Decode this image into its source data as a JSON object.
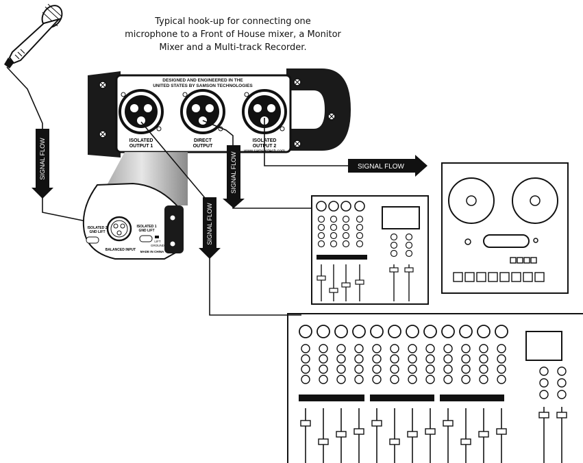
{
  "caption": {
    "line1": "Typical hook-up for connecting one",
    "line2": "microphone to a Front of House mixer, a Monitor",
    "line3": "Mixer and a Multi-track Recorder."
  },
  "device": {
    "header_line1": "DESIGNED AND ENGINEERED IN THE",
    "header_line2": "UNITED STATES BY SAMSON TECHNOLOGIES",
    "website": "www.samsontech.com",
    "outputs": [
      {
        "line1": "ISOLATED",
        "line2": "OUTPUT 1"
      },
      {
        "line1": "DIRECT",
        "line2": "OUTPUT"
      },
      {
        "line1": "ISOLATED",
        "line2": "OUTPUT 2"
      }
    ]
  },
  "inset": {
    "ground_lift_left_1": "ISOLATED 2",
    "ground_lift_left_2": "GND LIFT",
    "ground_lift_right_1": "ISOLATED 1",
    "ground_lift_right_2": "GND LIFT",
    "lift_label": "LIFT",
    "ground_label": "GROUND",
    "input_label": "BALANCED INPUT",
    "made_in": "MADE IN CHINA"
  },
  "signal_flow_label": "SIGNAL FLOW",
  "colors": {
    "ink": "#111111",
    "device_body": "#1a1a1a",
    "inset_shadow": "#c8c8c8"
  }
}
